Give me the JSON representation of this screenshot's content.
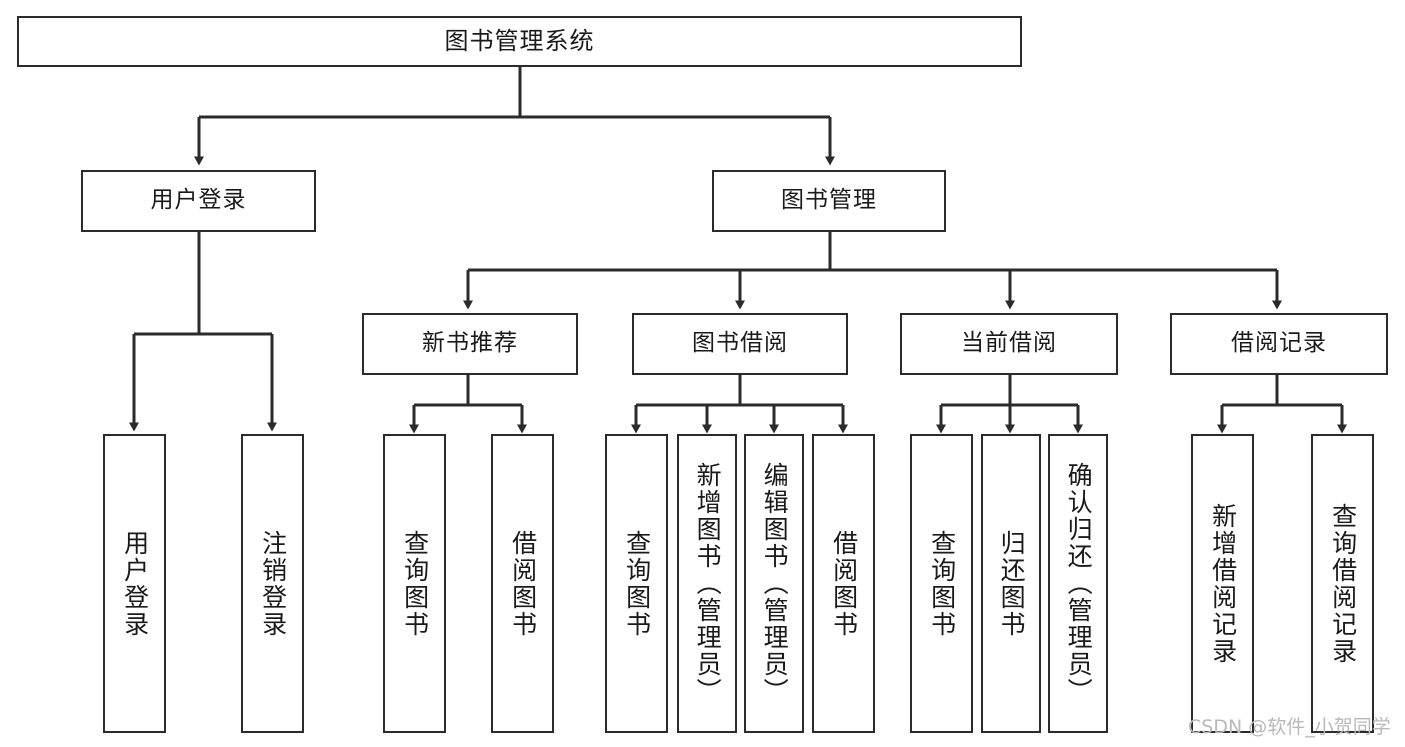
{
  "diagram": {
    "title": "图书管理系统",
    "watermark": "CSDN @软件_小贺同学",
    "stroke_color": "#2b2b2b",
    "fill_color": "#ffffff",
    "text_color": "#1a1a1a",
    "watermark_color": "#b9b9b9",
    "levels": {
      "root": {
        "label": "图书管理系统"
      },
      "level2": [
        {
          "label": "用户登录"
        },
        {
          "label": "图书管理"
        }
      ],
      "level3": [
        {
          "label": "新书推荐"
        },
        {
          "label": "图书借阅"
        },
        {
          "label": "当前借阅"
        },
        {
          "label": "借阅记录"
        }
      ],
      "leaves": {
        "user_login": [
          {
            "label": "用户登录"
          },
          {
            "label": "注销登录"
          }
        ],
        "new_book_recommend": [
          {
            "label": "查询图书"
          },
          {
            "label": "借阅图书"
          }
        ],
        "book_borrow": [
          {
            "label": "查询图书"
          },
          {
            "label": "新增图书（管理员）"
          },
          {
            "label": "编辑图书（管理员）"
          },
          {
            "label": "借阅图书"
          }
        ],
        "current_borrow": [
          {
            "label": "查询图书"
          },
          {
            "label": "归还图书"
          },
          {
            "label": "确认归还（管理员）"
          }
        ],
        "borrow_record": [
          {
            "label": "新增借阅记录"
          },
          {
            "label": "查询借阅记录"
          }
        ]
      }
    }
  }
}
